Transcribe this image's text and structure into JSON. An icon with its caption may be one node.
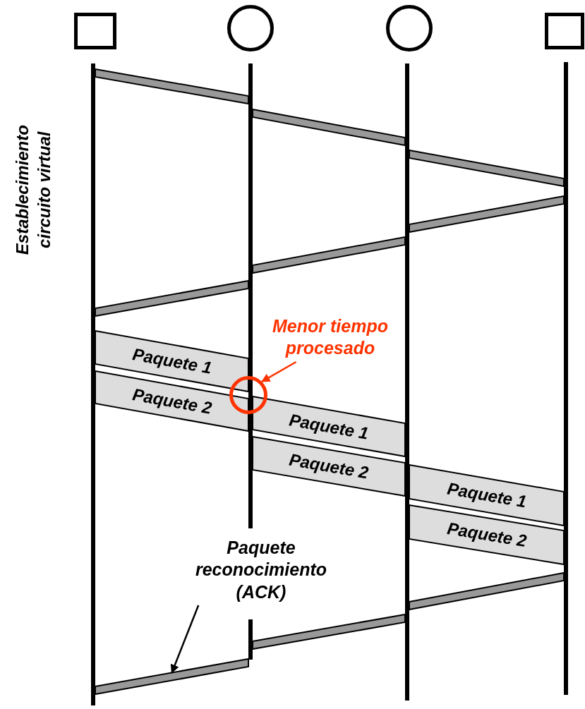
{
  "diagram": {
    "nodes": [
      {
        "text": [],
        "shape": "box"
      },
      {
        "text": [],
        "shape": "circle"
      },
      {
        "text": [],
        "shape": "circle"
      },
      {
        "text": [],
        "shape": "box"
      },
      {
        "text": [],
        "shape": "bar"
      },
      {
        "text": [],
        "shape": "bar"
      },
      {
        "text": [],
        "shape": "bar"
      },
      {
        "text": [],
        "shape": "bar"
      },
      {
        "text": [],
        "shape": "bar"
      },
      {
        "text": [],
        "shape": "bar"
      },
      {
        "text": [
          "Menor tiempo procesado"
        ]
      },
      {
        "text": [
          "Paquete 1"
        ]
      },
      {
        "text": [
          "Paquete 2"
        ]
      },
      {
        "text": [],
        "shape": "circle"
      },
      {
        "text": [
          "Paquete 1"
        ]
      },
      {
        "text": [
          "Paquete 2"
        ]
      },
      {
        "text": [
          "Paquete 1"
        ]
      },
      {
        "text": [
          "Paquete 2"
        ]
      },
      {
        "text": [
          "Paquete reconocimiento (ACK)"
        ]
      },
      {
        "text": [],
        "shape": "bar"
      },
      {
        "text": [],
        "shape": "bar"
      },
      {
        "text": [],
        "shape": "bar"
      }
    ],
    "edges": [
      {
        "from": 10,
        "to": 13,
        "arrow": "to",
        "color": "#ff3300"
      },
      {
        "from": 18,
        "to": 21,
        "arrow": "to",
        "color": "#000000"
      }
    ],
    "labels": [
      "Establecimiento circuito virtual"
    ]
  }
}
